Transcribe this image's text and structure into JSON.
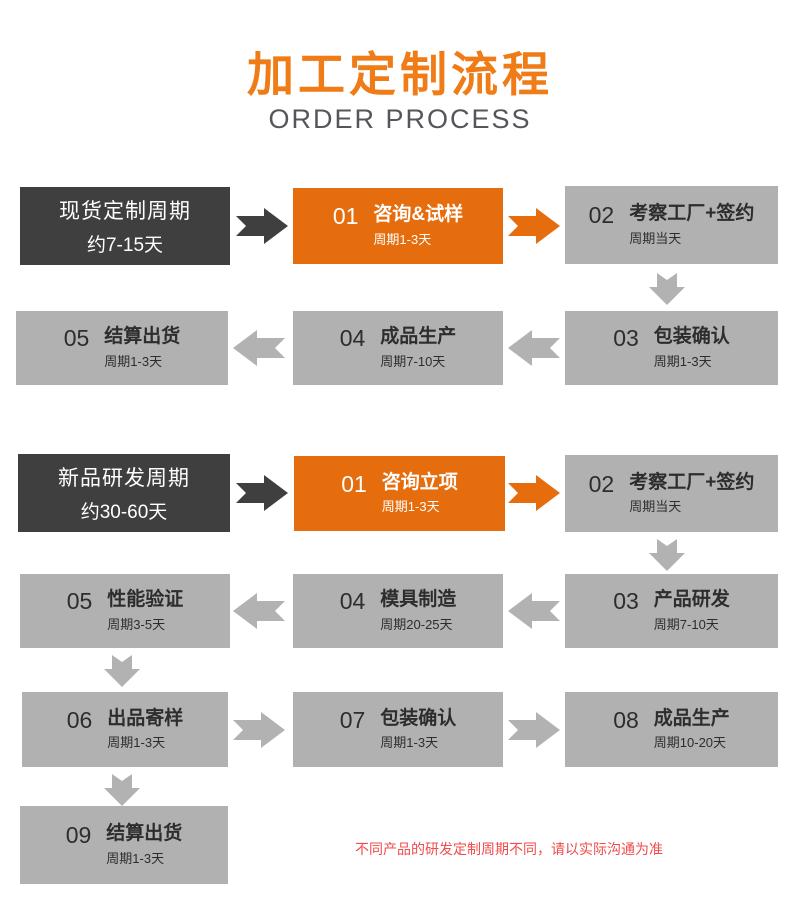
{
  "header": {
    "title": "加工定制流程",
    "subtitle": "ORDER PROCESS"
  },
  "colors": {
    "title_orange": "#ef7c16",
    "orange": "#e56d0e",
    "dark": "#3f3f3f",
    "gray_box": "#b1b1b1",
    "gray_arrow": "#b2b2b2",
    "text_dark": "#2d2d2d",
    "subtitle_gray": "#55565b",
    "note_red": "#f14b4b"
  },
  "sections": [
    {
      "name": "stock-customization-cycle",
      "intro": {
        "line1": "现货定制周期",
        "line2": "约7-15天"
      },
      "steps": [
        {
          "num": "01",
          "title": "咨询&试样",
          "period": "周期1-3天"
        },
        {
          "num": "02",
          "title": "考察工厂+签约",
          "period": "周期当天"
        },
        {
          "num": "03",
          "title": "包装确认",
          "period": "周期1-3天"
        },
        {
          "num": "04",
          "title": "成品生产",
          "period": "周期7-10天"
        },
        {
          "num": "05",
          "title": "结算出货",
          "period": "周期1-3天"
        }
      ]
    },
    {
      "name": "new-product-development-cycle",
      "intro": {
        "line1": "新品研发周期",
        "line2": "约30-60天"
      },
      "steps": [
        {
          "num": "01",
          "title": "咨询立项",
          "period": "周期1-3天"
        },
        {
          "num": "02",
          "title": "考察工厂+签约",
          "period": "周期当天"
        },
        {
          "num": "03",
          "title": "产品研发",
          "period": "周期7-10天"
        },
        {
          "num": "04",
          "title": "模具制造",
          "period": "周期20-25天"
        },
        {
          "num": "05",
          "title": "性能验证",
          "period": "周期3-5天"
        },
        {
          "num": "06",
          "title": "出品寄样",
          "period": "周期1-3天"
        },
        {
          "num": "07",
          "title": "包装确认",
          "period": "周期1-3天"
        },
        {
          "num": "08",
          "title": "成品生产",
          "period": "周期10-20天"
        },
        {
          "num": "09",
          "title": "结算出货",
          "period": "周期1-3天"
        }
      ]
    }
  ],
  "footnote": {
    "text": "不同产品的研发定制周期不同，请以实际沟通为准"
  }
}
